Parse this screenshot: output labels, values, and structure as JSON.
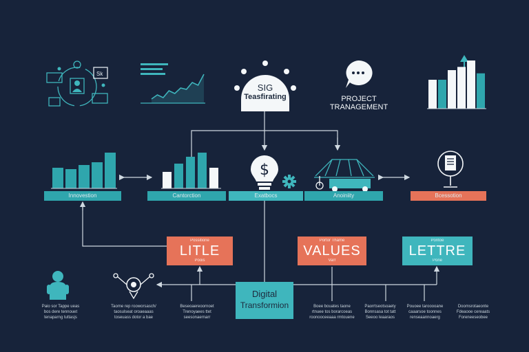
{
  "colors": {
    "background": "#17233a",
    "teal": "#2fa6ad",
    "teal_light": "#3fb6bd",
    "orange": "#e67359",
    "white": "#f4f7f9",
    "line": "#cfd8e0"
  },
  "top": {
    "bubble": {
      "line1": "SIG",
      "line2": "Teasfirating"
    },
    "project": {
      "line1": "PROJECT",
      "line2": "TRANAGEMENT"
    }
  },
  "middle_labels": [
    "Innovestion",
    "Cantorction",
    "Exatbocs",
    "Anoiniity",
    "Bcessotion"
  ],
  "boxes": {
    "litle": {
      "top": "Possitione",
      "title": "LITLE",
      "bottom": "Poois"
    },
    "values": {
      "top": "Portor Thame",
      "title": "VALUES",
      "bottom": "Varr"
    },
    "lettre": {
      "top": "Pontoe",
      "title": "LETTRE",
      "bottom": "Pone"
    },
    "digital": {
      "line1": "Digital",
      "line2": "Transformion"
    }
  },
  "captions": [
    [
      "Paio sor Tappe ueas",
      "bos dere tennouet",
      "tenaparng tuttasjs"
    ],
    [
      "Taome rep rooworsasch/",
      "taosulseat oroaeaaas",
      "toseuass dotor a bae"
    ],
    [
      "Beseoaereoornoet",
      "Trenoyaees ttet",
      "seesonaernarr"
    ],
    [
      "Boee bouates taone",
      "rtnuee tos borarcoeas",
      "roonooceeaaa rmtouene"
    ],
    [
      "Paorrtseotsoaety",
      "Bonnsasa tot tatt",
      "Seeoo leaaraos"
    ],
    [
      "Pouoee tarooooane",
      "caaarsoe toonnes",
      "renseaannoaerg"
    ],
    [
      "Doomsrotaeonte",
      "Fdeaooe cereaats",
      "Foreneeseobee"
    ]
  ],
  "chart_data": [
    {
      "type": "bar",
      "values": [
        30,
        28,
        34,
        38,
        52
      ],
      "colors": [
        "teal"
      ]
    },
    {
      "type": "bar",
      "values": [
        24,
        36,
        46,
        52,
        30
      ],
      "colors": [
        "white",
        "teal",
        "teal",
        "teal",
        "white"
      ]
    },
    {
      "type": "line",
      "values": [
        2,
        5,
        3,
        8,
        6,
        10,
        9,
        14,
        12,
        20
      ]
    },
    {
      "type": "bar",
      "values": [
        36,
        36,
        48,
        52,
        60,
        44
      ],
      "colors": [
        "white",
        "teal",
        "white",
        "white",
        "white",
        "teal"
      ]
    }
  ]
}
